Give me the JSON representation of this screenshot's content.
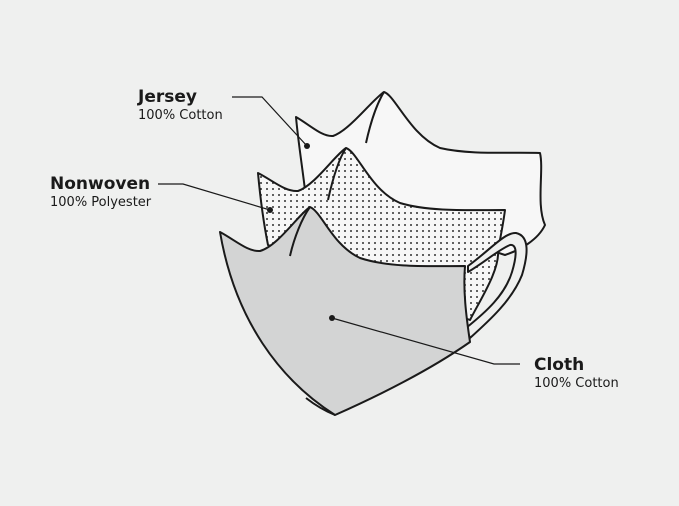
{
  "layers": [
    {
      "name": "Jersey",
      "material": "100% Cotton"
    },
    {
      "name": "Nonwoven",
      "material": "100% Polyester"
    },
    {
      "name": "Cloth",
      "material": "100% Cotton"
    }
  ],
  "colors": {
    "background": "#eff0ef",
    "cloth": "#d3d4d4",
    "outline": "#1a1a1a"
  }
}
